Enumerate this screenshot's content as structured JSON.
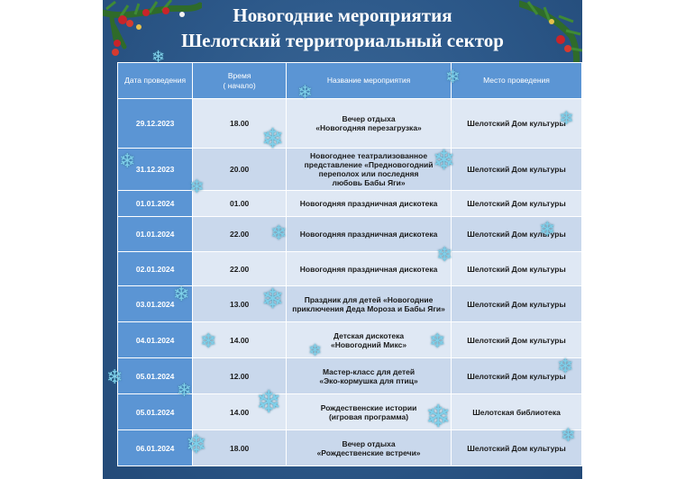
{
  "title": {
    "line1": "Новогодние мероприятия",
    "line2": "Шелотский территориальный сектор"
  },
  "table": {
    "headers": {
      "date": "Дата проведения",
      "time_line1": "Время",
      "time_line2": "( начало)",
      "name": "Название мероприятия",
      "place": "Место проведения"
    },
    "rows": [
      {
        "date": "29.12.2023",
        "time": "18.00",
        "name_lines": [
          "Вечер отдыха",
          "«Новогодняя перезагрузка»"
        ],
        "place": "Шелотский Дом культуры"
      },
      {
        "date": "31.12.2023",
        "time": "20.00",
        "name_lines": [
          "Новогоднее театрализованное",
          "представление «Предновогодний",
          "переполох или последняя",
          "любовь Бабы Яги»"
        ],
        "place": "Шелотский Дом культуры"
      },
      {
        "date": "01.01.2024",
        "time": "01.00",
        "name_lines": [
          "Новогодняя праздничная дискотека"
        ],
        "place": "Шелотский Дом культуры"
      },
      {
        "date": "01.01.2024",
        "time": "22.00",
        "name_lines": [
          "Новогодняя праздничная дискотека"
        ],
        "place": "Шелотский Дом культуры"
      },
      {
        "date": "02.01.2024",
        "time": "22.00",
        "name_lines": [
          "Новогодняя праздничная дискотека"
        ],
        "place": "Шелотский Дом культуры"
      },
      {
        "date": "03.01.2024",
        "time": "13.00",
        "name_lines": [
          "Праздник для детей «Новогодние",
          "приключения Деда Мороза и Бабы Яги»"
        ],
        "place": "Шелотский Дом культуры"
      },
      {
        "date": "04.01.2024",
        "time": "14.00",
        "name_lines": [
          "Детская  дискотека",
          "«Новогодний Микс»"
        ],
        "place": "Шелотский Дом культуры"
      },
      {
        "date": "05.01.2024",
        "time": "12.00",
        "name_lines": [
          "Мастер-класс для детей",
          "«Эко-кормушка для птиц»"
        ],
        "place": "Шелотский Дом культуры"
      },
      {
        "date": "05.01.2024",
        "time": "14.00",
        "name_lines": [
          "Рождественские истории",
          "(игровая программа)"
        ],
        "place": "Шелотская библиотека"
      },
      {
        "date": "06.01.2024",
        "time": "18.00",
        "name_lines": [
          "Вечер отдыха",
          "«Рождественские встречи»"
        ],
        "place": "Шелотский Дом культуры"
      }
    ]
  },
  "decorations": {
    "icons": [
      "christmas-garland-icon",
      "snowflake-icon"
    ],
    "colors": {
      "background": "#2c5889",
      "header": "#5b95d4",
      "cell": "#dfe8f4",
      "cell_alt": "#c9d8ec",
      "snowflake": "#7fd0ea"
    }
  }
}
